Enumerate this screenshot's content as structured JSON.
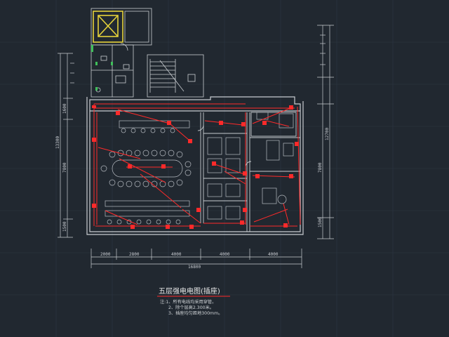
{
  "drawing": {
    "title": "五层强电电图(插座)",
    "notes": [
      "注:1、所有电线均采用穿管。",
      "2、除个层高2.300米。",
      "3、插座均匀距地300mm。"
    ],
    "colors": {
      "background": "#212830",
      "wall": "#c8ccd0",
      "wiring": "#ff2a2a",
      "elevator": "#e6d33a",
      "grid_line": "#3a4452"
    }
  },
  "dimensions": {
    "bottom_segments": [
      "2000",
      "2800",
      "4000",
      "4000",
      "4000"
    ],
    "bottom_total": "16800",
    "left_labels": [
      "1600",
      "13300",
      "7800",
      "1500"
    ],
    "right_labels": [
      "12700",
      "7800",
      "1500"
    ]
  }
}
